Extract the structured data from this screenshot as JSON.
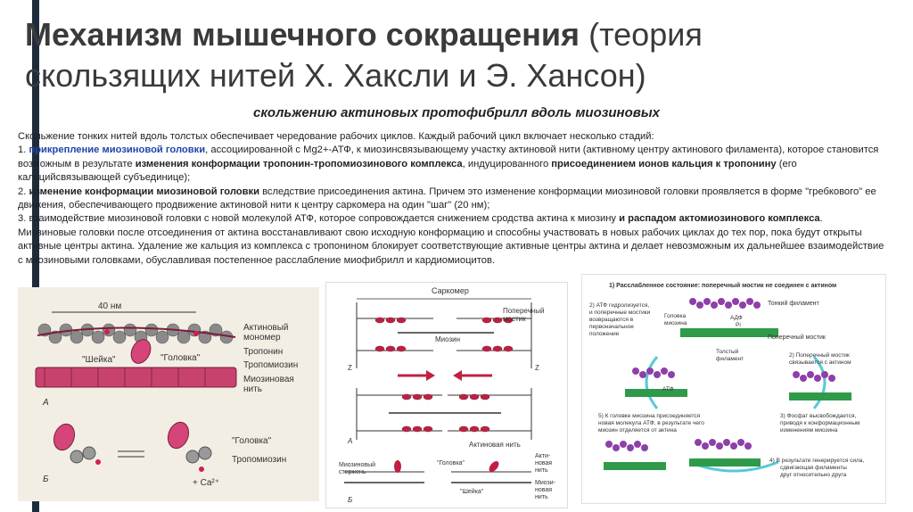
{
  "title": {
    "bold": "Механизм мышечного сокращения",
    "rest1": "(теория",
    "line2": "скользящих нитей Х. Хаксли и Э. Хансон)"
  },
  "subtitle": "скольжению актиновых протофибрилл вдоль миозиновых",
  "body": {
    "intro": "Скольжение тонких нитей вдоль толстых обеспечивает чередование рабочих циклов. Каждый рабочий цикл включает несколько стадий:",
    "s1_num": "1. ",
    "s1_hl1": "прикрепление миозиновой головки",
    "s1_t1": ", ассоциированной с Mg2+-АТФ, к миозинсвязывающему участку актиновой нити (активному центру актинового филамента), которое становится возможным в результате ",
    "s1_b1": "изменения конформации тропонин-тропомиозинового комплекса",
    "s1_t2": ", индуцированного ",
    "s1_b2": "присоединением ионов кальция к тропонину",
    "s1_t3": " (его кальцийсвязывающей субъединице);",
    "s2_num": "2. ",
    "s2_hl": "изменение конформации миозиновой головки",
    "s2_t": " вследствие присоединения актина. Причем это изменение конформации миозиновой головки проявляется в форме \"гребкового\" ее движения, обеспечивающего продвижение актиновой нити к центру саркомера на один \"шаг\" (20 нм);",
    "s3_t": "3. взаимодействие миозиновой головки с новой молекулой АТФ, которое сопровождается снижением сродства актина к миозину ",
    "s3_b": "и распадом актомиозинового комплекса",
    "s3_end": ".",
    "p2": "Миозиновые головки после отсоединения от актина восстанавливают свою исходную конформацию и способны участвовать в новых рабочих циклах до тех пор, пока будут открыты активные центры актина. Удаление же кальция из комплекса с тропонином блокирует соответствующие активные центры актина и делает невозможным их дальнейшее взаимодействие с миозиновыми головками, обуславливая постепенное расслабление миофибрилл и кардиомиоцитов."
  },
  "fig1": {
    "nm": "40 нм",
    "actin_monomer": "Актиновый",
    "actin_monomer2": "мономер",
    "troponin": "Тропонин",
    "tropomyosin": "Тропомиозин",
    "head": "\"Головка\"",
    "neck": "\"Шейка\"",
    "myosin_fil": "Миозиновая",
    "myosin_fil2": "нить",
    "label_a": "А",
    "label_b": "Б",
    "head2": "\"Головка\"",
    "tropomyosin2": "Тропомиозин",
    "ca": "+ Ca²⁺"
  },
  "fig2": {
    "sarcomere": "Саркомер",
    "cross_bridge": "Поперечный",
    "cross_bridge2": "мостик",
    "myosin": "Миозин",
    "z1": "Z",
    "z2": "Z",
    "actin_thread": "Актиновая нить",
    "label_a": "А",
    "label_b": "Б",
    "myosin_rod": "Миозиновый",
    "myosin_rod2": "стержень",
    "head": "\"Головка\"",
    "neck": "\"Шейка\"",
    "actin_l1": "Акти-",
    "actin_l2": "новая",
    "actin_l3": "нить",
    "myosin_l1": "Миози-",
    "myosin_l2": "новая",
    "myosin_l3": "нить"
  },
  "fig3": {
    "step1": "1) Расслабленное состояние: поперечный мостик не соединен с актином",
    "thin": "Тонкий филамент",
    "atp_hydro1": "2) АТФ гидролизуется,",
    "atp_hydro2": "и поперечные мостики",
    "atp_hydro3": "возвращаются в",
    "atp_hydro4": "первоначальное",
    "atp_hydro5": "положение",
    "myosin_head1": "Головка",
    "myosin_head2": "миозина",
    "adp": "АДФ",
    "pi": "Pi",
    "cross": "Поперечный мостик",
    "thick1": "Толстый",
    "thick2": "филамент",
    "step2a": "2) Поперечный мостик",
    "step2b": "связывается с актином",
    "atp": "АТФ",
    "step5a": "5) К головке миозина присоединяется",
    "step5b": "новая молекула АТФ, в результате чего",
    "step5c": "миозин отделяется от актина",
    "step3a": "3) Фосфат высвобождается,",
    "step3b": "приводя к конформационным",
    "step3c": "изменениям миозина",
    "step4a": "4) В результате генерируется сила,",
    "step4b": "сдвигающая филаменты",
    "step4c": "друг относительно друга"
  }
}
